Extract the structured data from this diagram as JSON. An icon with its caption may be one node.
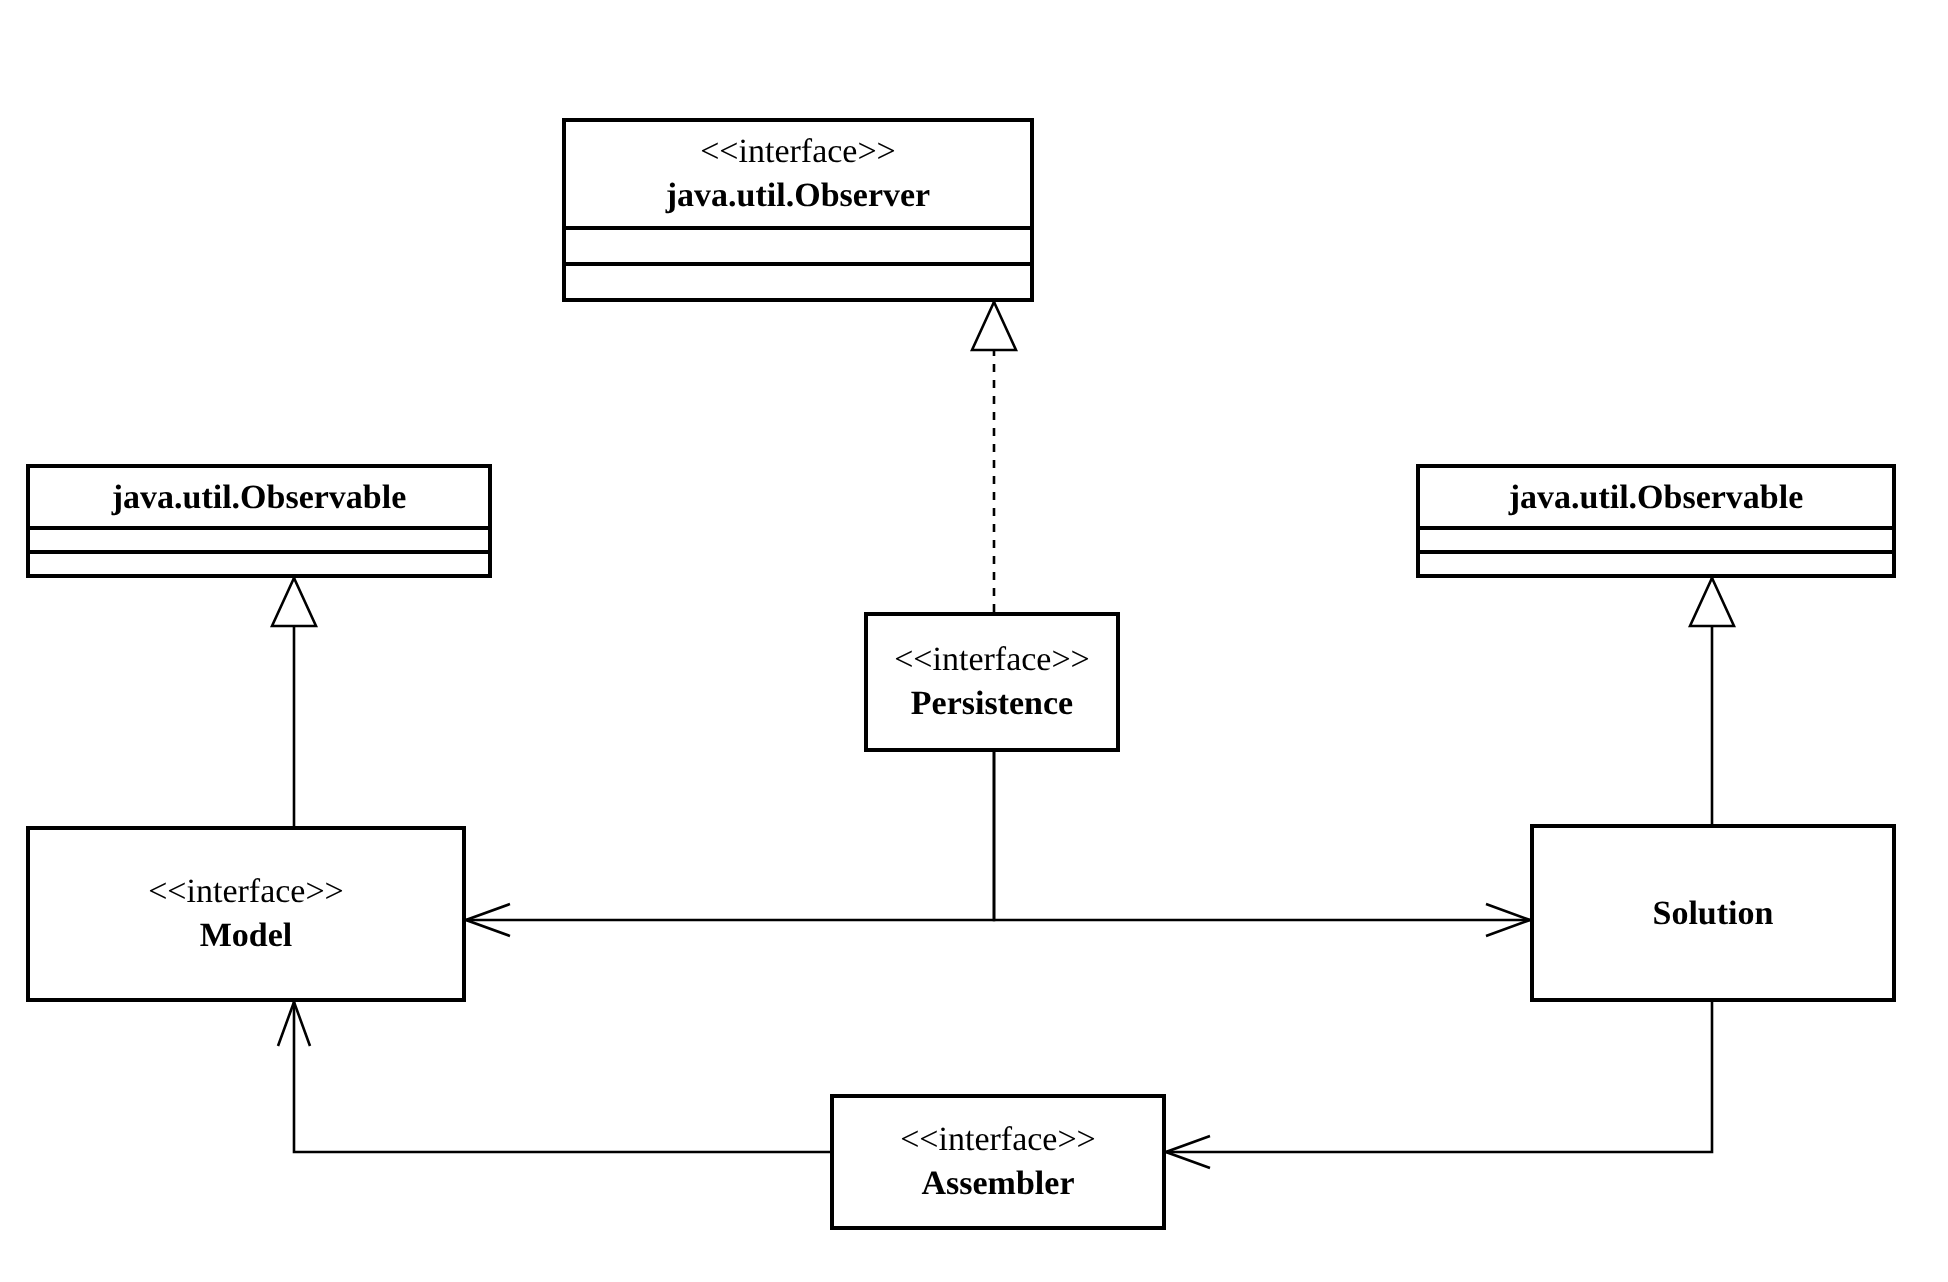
{
  "diagram": {
    "nodes": [
      {
        "text": [
          "<<interface>>",
          "java.util.Observer"
        ]
      },
      {
        "text": [
          "java.util.Observable"
        ]
      },
      {
        "text": [
          "java.util.Observable"
        ]
      },
      {
        "text": [
          "<<interface>>",
          "Persistence"
        ]
      },
      {
        "text": [
          "<<interface>>",
          "Model"
        ]
      },
      {
        "text": [
          "Solution"
        ]
      },
      {
        "text": [
          "<<interface>>",
          "Assembler"
        ]
      }
    ],
    "edges": [
      {
        "from": 3,
        "to": 0,
        "arrow": "to",
        "style": "dashed"
      },
      {
        "from": 4,
        "to": 1,
        "arrow": "to"
      },
      {
        "from": 5,
        "to": 2,
        "arrow": "to"
      },
      {
        "from": 3,
        "to": 4,
        "arrow": "to"
      },
      {
        "from": 3,
        "to": 5,
        "arrow": "to"
      },
      {
        "from": 6,
        "to": 4,
        "arrow": "to"
      },
      {
        "from": 5,
        "to": 6,
        "arrow": "to"
      }
    ]
  }
}
